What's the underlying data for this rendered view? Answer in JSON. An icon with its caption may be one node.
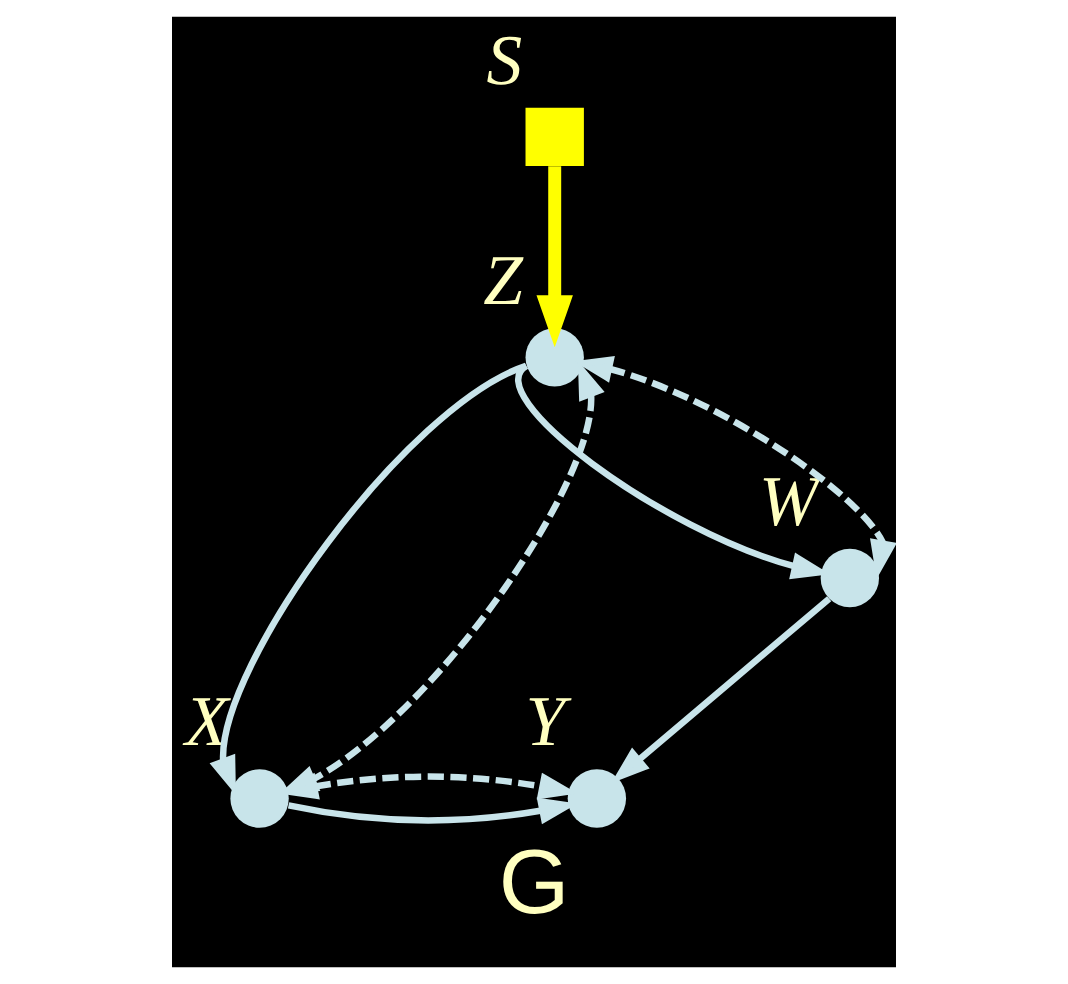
{
  "diagram": {
    "caption": "G",
    "nodes": [
      {
        "text": [],
        "shape": "box",
        "beside": [
          "S"
        ]
      },
      {
        "text": [],
        "shape": "circle",
        "beside": [
          "Z"
        ]
      },
      {
        "text": [],
        "shape": "circle",
        "beside": [
          "W"
        ]
      },
      {
        "text": [],
        "shape": "circle",
        "beside": [
          "X"
        ]
      },
      {
        "text": [],
        "shape": "circle",
        "beside": [
          "Y"
        ]
      }
    ],
    "edges": [
      {
        "from": 0,
        "to": 1,
        "arrow": "to",
        "style": "thick",
        "color": "#ffff00"
      },
      {
        "from": 1,
        "to": 3,
        "arrow": "to"
      },
      {
        "from": 1,
        "to": 2,
        "arrow": "to"
      },
      {
        "from": 2,
        "to": 4,
        "arrow": "to"
      },
      {
        "from": 3,
        "to": 4,
        "arrow": "to"
      },
      {
        "from": 1,
        "to": 3,
        "arrow": "both",
        "style": "dashed"
      },
      {
        "from": 1,
        "to": 2,
        "arrow": "both",
        "style": "dashed"
      },
      {
        "from": 3,
        "to": 4,
        "arrow": "both",
        "style": "dashed"
      }
    ]
  }
}
